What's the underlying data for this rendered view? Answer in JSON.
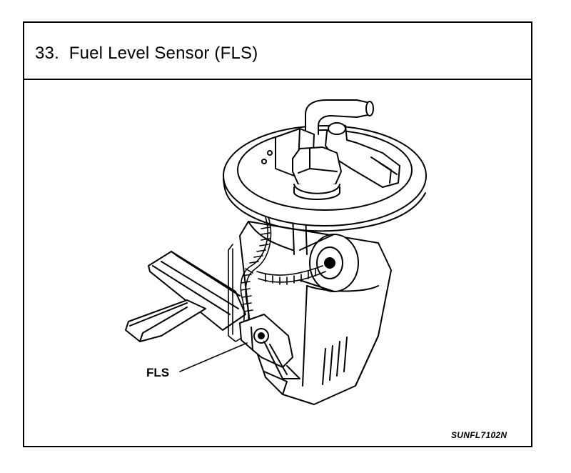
{
  "heading": {
    "number": "33.",
    "title": "Fuel Level Sensor (FLS)"
  },
  "callout": {
    "label": "FLS"
  },
  "figure_id": "SUNFL7102N",
  "icons": [
    "fuel-pump-module-illustration",
    "fuel-level-sensor-icon"
  ]
}
